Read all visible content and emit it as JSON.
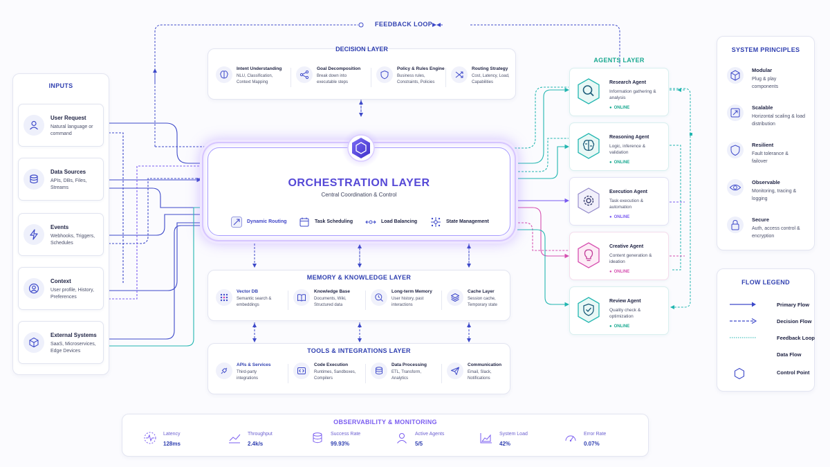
{
  "feedback_loop_label": "FEEDBACK LOOP",
  "inputs": {
    "title": "INPUTS",
    "items": [
      {
        "title": "User Request",
        "desc": "Natural language or command",
        "icon": "user-icon"
      },
      {
        "title": "Data Sources",
        "desc": "APIs, DBs, Files, Streams",
        "icon": "database-icon"
      },
      {
        "title": "Events",
        "desc": "Webhooks, Triggers, Schedules",
        "icon": "lightning-icon"
      },
      {
        "title": "Context",
        "desc": "User profile, History, Preferences",
        "icon": "profile-icon"
      },
      {
        "title": "External Systems",
        "desc": "SaaS, Microservices, Edge Devices",
        "icon": "cube-icon"
      }
    ]
  },
  "decision_layer": {
    "title": "DECISION LAYER",
    "items": [
      {
        "title": "Intent Understanding",
        "desc": "NLU, Classification, Context Mapping",
        "icon": "brain-icon"
      },
      {
        "title": "Goal Decomposition",
        "desc": "Break down into executable steps",
        "icon": "share-nodes-icon"
      },
      {
        "title": "Policy & Rules Engine",
        "desc": "Business rules, Constraints, Policies",
        "icon": "shield-icon"
      },
      {
        "title": "Routing Strategy",
        "desc": "Cost, Latency, Load, Capabilities",
        "icon": "shuffle-icon"
      }
    ]
  },
  "orchestration": {
    "title": "ORCHESTRATION LAYER",
    "subtitle": "Central Coordination & Control",
    "features": [
      {
        "label": "Dynamic Routing",
        "icon": "routing-icon"
      },
      {
        "label": "Task Scheduling",
        "icon": "calendar-icon"
      },
      {
        "label": "Load Balancing",
        "icon": "balance-icon"
      },
      {
        "label": "State Management",
        "icon": "state-icon"
      }
    ]
  },
  "memory_layer": {
    "title": "MEMORY & KNOWLEDGE LAYER",
    "items": [
      {
        "title": "Vector DB",
        "desc": "Semantic search & embeddings",
        "icon": "vector-grid-icon"
      },
      {
        "title": "Knowledge Base",
        "desc": "Documents, Wiki, Structured data",
        "icon": "book-icon"
      },
      {
        "title": "Long-term Memory",
        "desc": "User history, past interactions",
        "icon": "clock-search-icon"
      },
      {
        "title": "Cache Layer",
        "desc": "Session cache, Temporary state",
        "icon": "layers-icon"
      }
    ]
  },
  "tools_layer": {
    "title": "TOOLS & INTEGRATIONS LAYER",
    "items": [
      {
        "title": "APIs & Services",
        "desc": "Third-party integrations",
        "icon": "plug-icon"
      },
      {
        "title": "Code Execution",
        "desc": "Runtimes, Sandboxes, Compilers",
        "icon": "code-icon"
      },
      {
        "title": "Data Processing",
        "desc": "ETL, Transform, Analytics",
        "icon": "database-icon"
      },
      {
        "title": "Communication",
        "desc": "Email, Slack, Notifications",
        "icon": "send-icon"
      }
    ]
  },
  "agents": {
    "title": "AGENTS LAYER",
    "items": [
      {
        "title": "Research Agent",
        "desc": "Information gathering & analysis",
        "status": "ONLINE",
        "icon": "magnifier-icon",
        "color": "#1aa89a"
      },
      {
        "title": "Reasoning Agent",
        "desc": "Logic, inference & validation",
        "status": "ONLINE",
        "icon": "brain-icon",
        "color": "#1aa89a"
      },
      {
        "title": "Execution Agent",
        "desc": "Task execution & automation",
        "status": "ONLINE",
        "icon": "gear-icon",
        "color": "#7a55d6"
      },
      {
        "title": "Creative Agent",
        "desc": "Content generation & ideation",
        "status": "ONLINE",
        "icon": "lightbulb-icon",
        "color": "#d64fb0"
      },
      {
        "title": "Review Agent",
        "desc": "Quality check & optimization",
        "status": "ONLINE",
        "icon": "shield-check-icon",
        "color": "#1aa89a"
      }
    ]
  },
  "principles": {
    "title": "SYSTEM PRINCIPLES",
    "items": [
      {
        "title": "Modular",
        "desc": "Plug & play components",
        "icon": "cube-icon"
      },
      {
        "title": "Scalable",
        "desc": "Horizontal scaling & load distribution",
        "icon": "expand-icon"
      },
      {
        "title": "Resilient",
        "desc": "Fault tolerance & failover",
        "icon": "shield-icon"
      },
      {
        "title": "Observable",
        "desc": "Monitoring, tracing & logging",
        "icon": "eye-icon"
      },
      {
        "title": "Secure",
        "desc": "Auth, access control & encryption",
        "icon": "lock-icon"
      }
    ]
  },
  "legend": {
    "title": "FLOW LEGEND",
    "items": [
      {
        "label": "Primary Flow",
        "style": "primary"
      },
      {
        "label": "Decision Flow",
        "style": "decision"
      },
      {
        "label": "Feedback Loop",
        "style": "feedback"
      },
      {
        "label": "Data Flow",
        "style": "data"
      },
      {
        "label": "Control Point",
        "style": "control"
      }
    ]
  },
  "observability": {
    "title": "OBSERVABILITY & MONITORING",
    "metrics": [
      {
        "label": "Latency",
        "value": "128ms",
        "icon": "pulse-icon"
      },
      {
        "label": "Throughput",
        "value": "2.4k/s",
        "icon": "chart-line-icon"
      },
      {
        "label": "Success Rate",
        "value": "99.93%",
        "icon": "database-icon"
      },
      {
        "label": "Active Agents",
        "value": "5/5",
        "icon": "user-icon"
      },
      {
        "label": "System Load",
        "value": "42%",
        "icon": "area-chart-icon"
      },
      {
        "label": "Error Rate",
        "value": "0.07%",
        "icon": "gauge-icon"
      }
    ]
  },
  "colors": {
    "primary": "#3d49c9",
    "violet": "#7a5cf0",
    "teal": "#22b6b0",
    "magenta": "#d64fb0",
    "title": "#2f3fb0"
  }
}
